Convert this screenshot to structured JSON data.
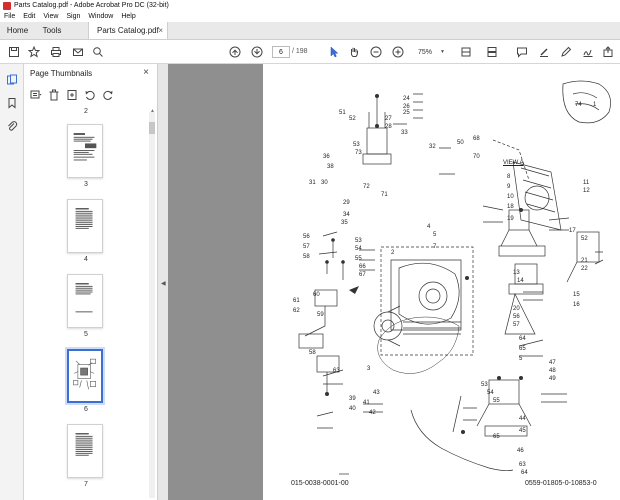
{
  "window": {
    "title": "Parts Catalog.pdf - Adobe Acrobat Pro DC (32-bit)"
  },
  "menu": [
    "File",
    "Edit",
    "View",
    "Sign",
    "Window",
    "Help"
  ],
  "tabs": {
    "home": "Home",
    "tools": "Tools",
    "document": "Parts Catalog.pdf",
    "close": "×"
  },
  "toolbar": {
    "current_page": "6",
    "total_pages": "/ 198",
    "zoom": "75%"
  },
  "panel": {
    "title": "Page Thumbnails",
    "close": "×",
    "thumbnails": [
      {
        "label": "2"
      },
      {
        "label": "3"
      },
      {
        "label": "4"
      },
      {
        "label": "5"
      },
      {
        "label": "6",
        "selected": true
      },
      {
        "label": "7"
      }
    ]
  },
  "document": {
    "caption_left": "015-0038-0001-00",
    "caption_right": "0559-01805-0-10853-0",
    "view_label": "VIEW A",
    "part_numbers": [
      "24",
      "26",
      "25",
      "27",
      "28",
      "33",
      "51",
      "52",
      "73",
      "53",
      "32",
      "50",
      "74",
      "1",
      "36",
      "38",
      "70",
      "68",
      "31",
      "30",
      "71",
      "72",
      "8",
      "9",
      "10",
      "18",
      "11",
      "12",
      "19",
      "29",
      "34",
      "35",
      "2",
      "4",
      "5",
      "7",
      "17",
      "52",
      "56",
      "57",
      "58",
      "53",
      "54",
      "55",
      "66",
      "67",
      "21",
      "22",
      "3",
      "13",
      "14",
      "15",
      "16",
      "61",
      "62",
      "60",
      "59",
      "20",
      "56",
      "57",
      "58",
      "63",
      "64",
      "65",
      "5",
      "47",
      "48",
      "49",
      "53",
      "54",
      "55",
      "39",
      "40",
      "41",
      "42",
      "43",
      "44",
      "45",
      "46",
      "63",
      "64",
      "65"
    ]
  },
  "colors": {
    "accent": "#3b6fd4",
    "pdf_red": "#d32f2f",
    "doc_bg": "#8f8f8f"
  }
}
